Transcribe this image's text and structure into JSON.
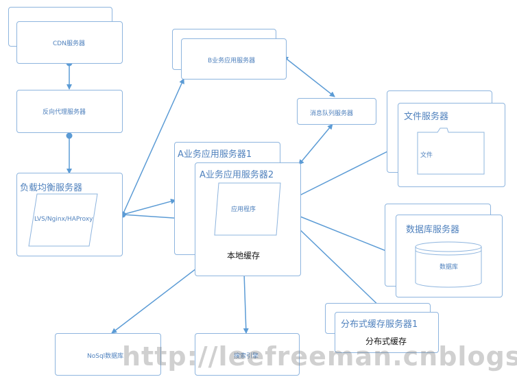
{
  "nodes": {
    "cdn": "CDN服务器",
    "reverse_proxy": "反向代理服务器",
    "load_balancer": "负载均衡服务器",
    "lvs": "LVS/Nginx/HAProxy",
    "b_app": "B业务应用服务器",
    "msg_queue": "消息队列服务器",
    "a_app1": "A业务应用服务器1",
    "a_app2": "A业务应用服务器2",
    "app_program": "应用程序",
    "local_cache": "本地缓存",
    "file_server": "文件服务器",
    "file": "文件",
    "db_server": "数据库服务器",
    "db": "数据库",
    "dist_cache_server": "分布式缓存服务器1",
    "dist_cache": "分布式缓存",
    "nosql": "NoSql数据库",
    "search": "搜索引擎"
  },
  "watermark": "http://leefreeman.cnblogs.com",
  "colors": {
    "line": "#5b9bd5",
    "box_border": "#8db4de",
    "label": "#4f81bd"
  }
}
